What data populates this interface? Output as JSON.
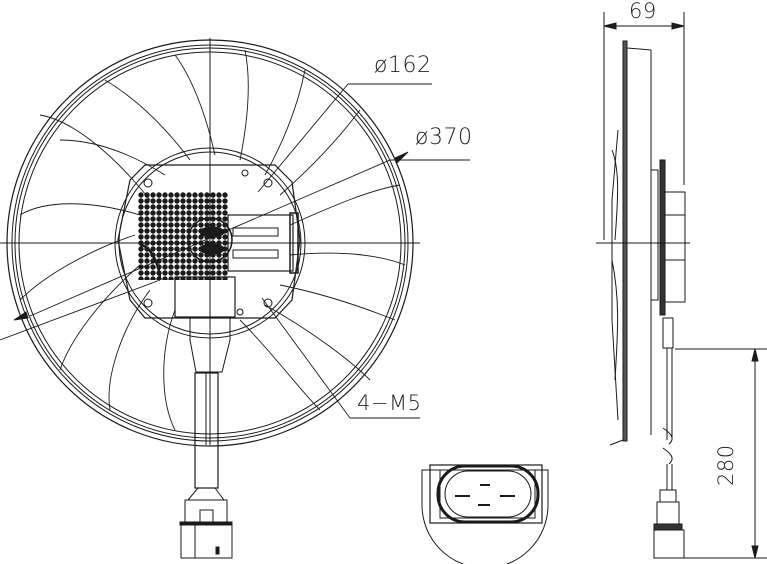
{
  "drawing": {
    "title": "Radiator fan assembly - technical drawing",
    "views": [
      "front-view",
      "side-view",
      "connector-detail"
    ],
    "colors": {
      "line": "#1a1a1a",
      "background": "#ffffff"
    }
  },
  "dimensions": {
    "hub_diameter": "ø162",
    "fan_diameter": "ø370",
    "mounting_screws": "4−M5",
    "depth": "69",
    "cable_length": "280"
  }
}
